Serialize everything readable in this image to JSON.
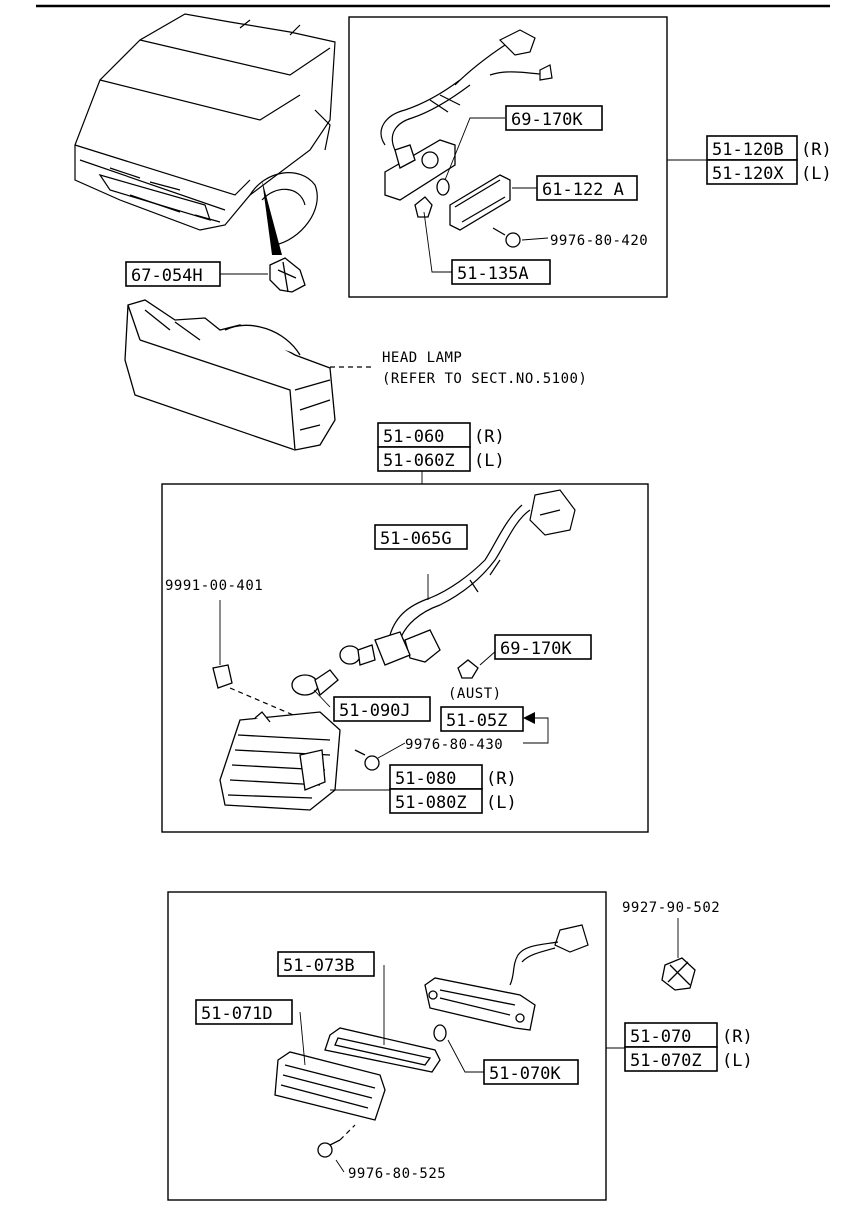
{
  "parts": {
    "p_51_120B": "51-120B",
    "p_51_120X": "51-120X",
    "side_R": "(R)",
    "side_L": "(L)",
    "p_69_170K": "69-170K",
    "p_61_122A": "61-122 A",
    "p_9976_80_420": "9976-80-420",
    "p_51_135A": "51-135A",
    "p_67_054H": "67-054H",
    "head_lamp_1": "HEAD LAMP",
    "head_lamp_2": "(REFER TO SECT.NO.5100)",
    "p_51_060": "51-060",
    "p_51_060Z": "51-060Z",
    "p_51_065G": "51-065G",
    "p_9991_00_401": "9991-00-401",
    "p_69_170K_b": "69-170K",
    "aust": "(AUST)",
    "p_51_090J": "51-090J",
    "p_51_05Z": "51-05Z",
    "p_9976_80_430": "9976-80-430",
    "p_51_080": "51-080",
    "p_51_080Z": "51-080Z",
    "p_9927_90_502": "9927-90-502",
    "p_51_073B": "51-073B",
    "p_51_071D": "51-071D",
    "p_51_070": "51-070",
    "p_51_070Z": "51-070Z",
    "p_51_070K": "51-070K",
    "p_9976_80_525": "9976-80-525"
  }
}
